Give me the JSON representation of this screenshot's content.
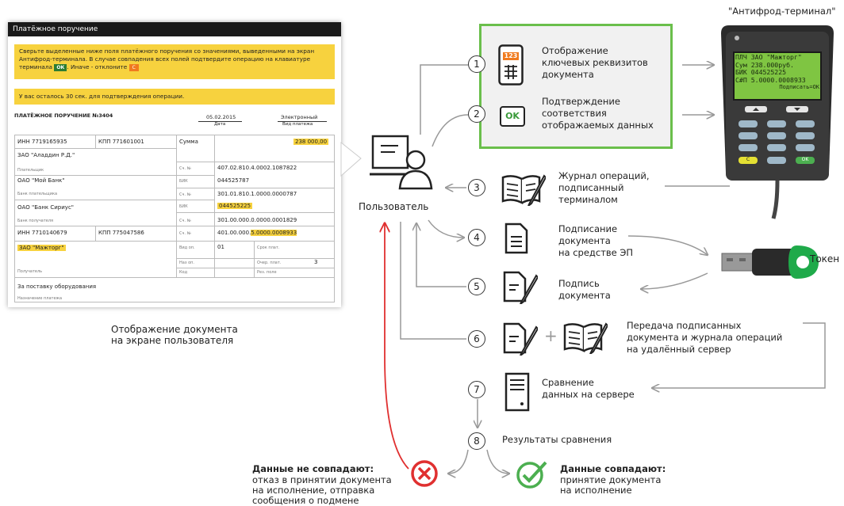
{
  "document": {
    "window_title": "Платёжное поручение",
    "notice_text": "Сверьте выделенные ниже поля платёжного поручения со значениями, выведенными на экран Антифрод-терминала. В случае совпадения всех полей подтвердите операцию на клавиатуре терминала",
    "notice_ok": "ОК",
    "notice_mid": ". Иначе - отклоните",
    "notice_c": "С",
    "timer_text": "У вас осталось 30 сек. для подтверждения операции.",
    "title": "ПЛАТЁЖНОЕ ПОРУЧЕНИЕ №3404",
    "date_value": "05.02.2015",
    "date_label": "Дата",
    "type_value": "Электронный",
    "type_label": "Вид платежа",
    "payer_inn": "ИНН 7719165935",
    "payer_kpp": "КПП 771601001",
    "sum_label": "Сумма",
    "sum_value": "238 000,00",
    "payer_name": "ЗАО \"Аладдин Р.Д.\"",
    "payer_caption": "Плательщик",
    "acc_label": "Сч. №",
    "payer_acc": "407.02.810.4.0002.1087822",
    "bik_label": "БИК",
    "payer_bank": "ОАО \"Мой Банк\"",
    "payer_bank_caption": "Банк плательщика",
    "payer_bik": "044525787",
    "payer_bank_acc": "301.01.810.1.0000.0000787",
    "recv_bank": "ОАО \"Банк Сириус\"",
    "recv_bank_caption": "Банк получателя",
    "recv_bik": "044525225",
    "recv_bank_acc": "301.00.000.0.0000.0001829",
    "recv_inn": "ИНН 7710140679",
    "recv_kpp": "КПП 775047586",
    "recv_acc_prefix": "401.00.000.",
    "recv_acc_hl": "5.0000.0008933",
    "recv_name": "ЗАО \"Мажторг\"",
    "recv_caption": "Получатель",
    "vid_op": "Вид оп.",
    "vid_op_value": "01",
    "naz_op": "Наз оп.",
    "kod": "Код",
    "srok": "Срок плат.",
    "ocher": "Очер. плат.",
    "ocher_value": "3",
    "rez": "Рез. поле",
    "purpose": "За поставку оборудования",
    "purpose_caption": "Назначение платежа"
  },
  "doc_caption": [
    "Отображение документа",
    "на экране пользователя"
  ],
  "user_label": "Пользователь",
  "terminal": {
    "title": "\"Антифрод-терминал\"",
    "screen_lines": [
      "ПЛЧ ЗАО \"Мажторг\"",
      "Сум 238.000руб.",
      "БИК 044525225",
      "С#П 5.0000.0008933"
    ],
    "screen_action": "Подписать=ОК",
    "key_c": "C",
    "key_ok": "OK"
  },
  "token_label": "Токен",
  "steps": [
    {
      "num": "1",
      "lines": [
        "Отображение",
        "ключевых реквизитов",
        "документа"
      ],
      "icon_text": "123"
    },
    {
      "num": "2",
      "lines": [
        "Подтверждение",
        "соответствия",
        "отображаемых данных"
      ],
      "icon_text": "OK"
    },
    {
      "num": "3",
      "lines": [
        "Журнал операций,",
        "подписанный",
        "терминалом"
      ]
    },
    {
      "num": "4",
      "lines": [
        "Подписание",
        "документа",
        "на средстве ЭП"
      ]
    },
    {
      "num": "5",
      "lines": [
        "Подпись",
        "документа"
      ]
    },
    {
      "num": "6",
      "lines": [
        "Передача подписанных",
        "документа и журнала операций",
        "на удалённый сервер"
      ],
      "plus": "+"
    },
    {
      "num": "7",
      "lines": [
        "Сравнение",
        "данных на сервере"
      ]
    },
    {
      "num": "8",
      "lines": [
        "Результаты сравнения"
      ]
    }
  ],
  "result_fail": {
    "title": "Данные не совпадают:",
    "lines": [
      "отказ в принятии документа",
      "на исполнение, отправка",
      "сообщения о подмене"
    ]
  },
  "result_ok": {
    "title": "Данные совпадают:",
    "lines": [
      "принятие документа",
      "на исполнение"
    ]
  },
  "colors": {
    "green": "#6abf4b",
    "yellow": "#f7d23e",
    "red": "#e03030",
    "check": "#4caf50"
  }
}
